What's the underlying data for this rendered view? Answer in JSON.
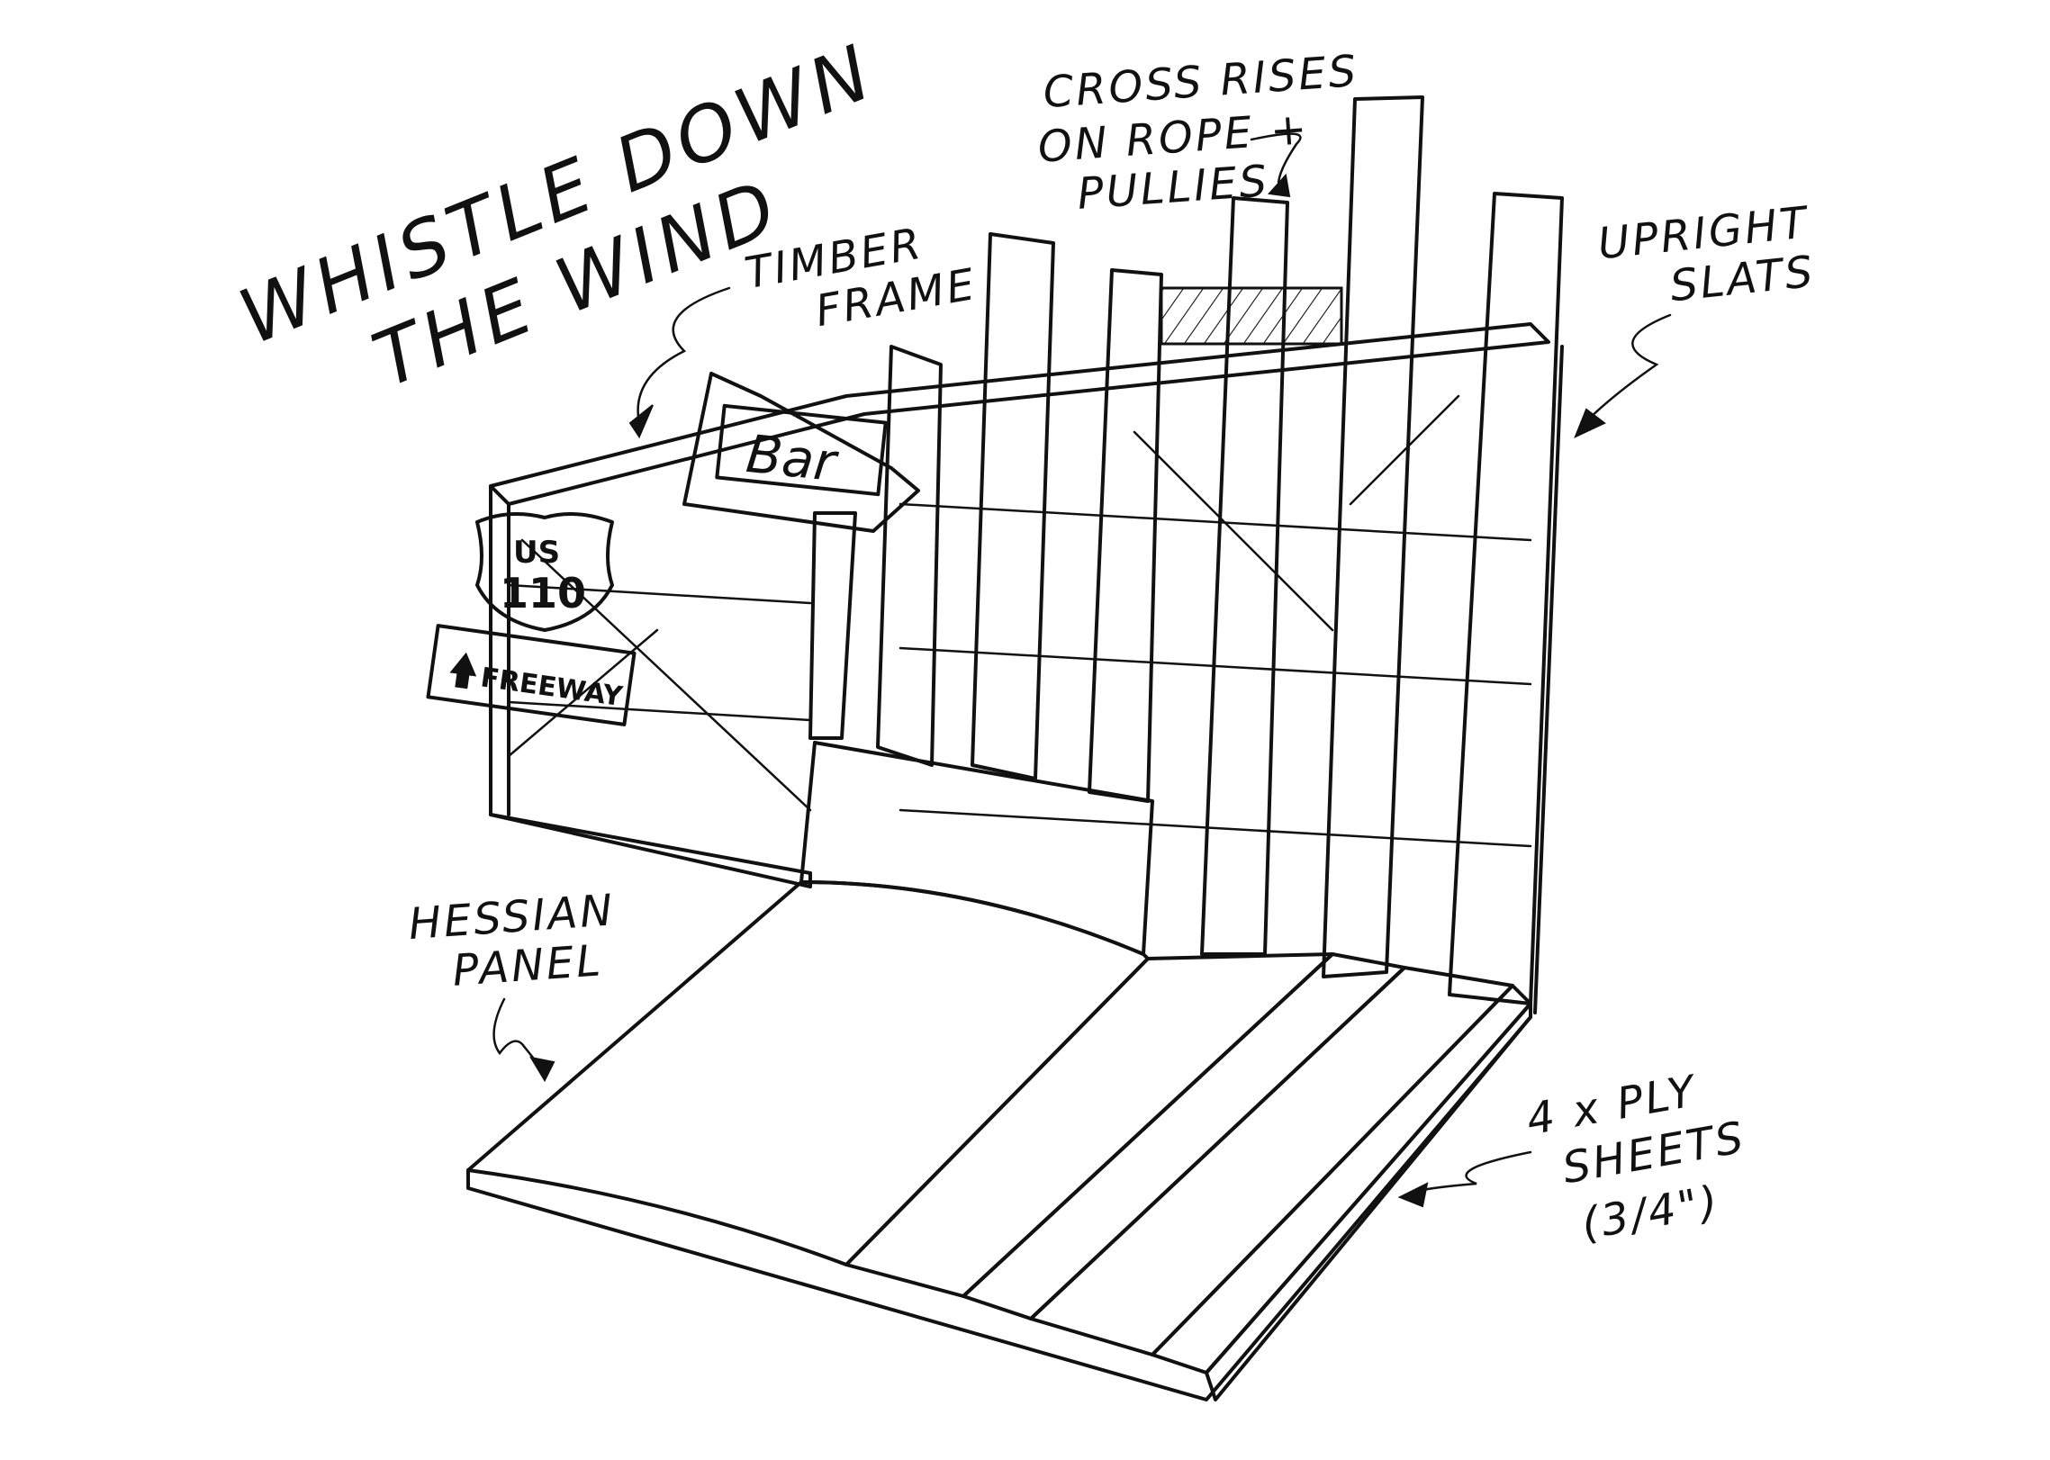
{
  "title": {
    "line1": "WHISTLE DOWN",
    "line2": "THE WIND"
  },
  "labels": {
    "timber_frame": {
      "line1": "TIMBER",
      "line2": "FRAME"
    },
    "cross": {
      "line1": "CROSS RISES",
      "line2": "ON ROPE +",
      "line3": "PULLIES"
    },
    "upright": {
      "line1": "UPRIGHT",
      "line2": "SLATS"
    },
    "hessian": {
      "line1": "HESSIAN",
      "line2": "PANEL"
    },
    "ply": {
      "line1": "4 x PLY",
      "line2": "SHEETS",
      "line3": "(3/4\")"
    }
  },
  "signs": {
    "bar": "Bar",
    "shield_top": "US",
    "shield_number": "110",
    "freeway": "FREEWAY"
  }
}
